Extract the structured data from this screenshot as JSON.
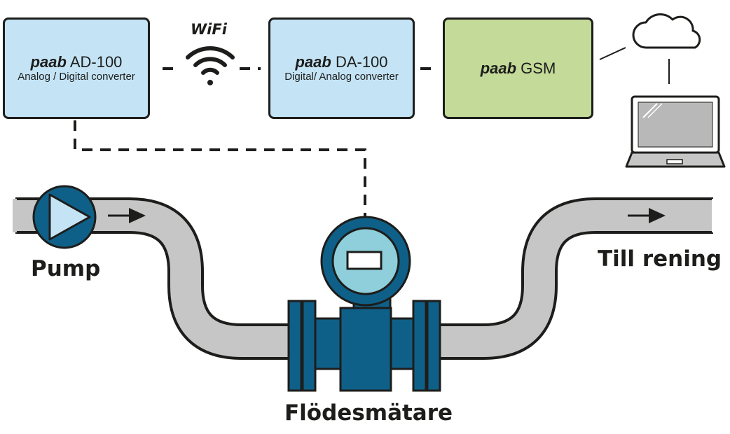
{
  "ad100": {
    "brand": "paab",
    "model": "AD-100",
    "desc": "Analog / Digital converter"
  },
  "wifi": {
    "label": "WiFi"
  },
  "da100": {
    "brand": "paab",
    "model": "DA-100",
    "desc": "Digital/ Analog converter"
  },
  "gsm": {
    "brand": "paab",
    "model": "GSM"
  },
  "labels": {
    "pump": "Pump",
    "flowmeter": "Flödesmätare",
    "destination": "Till rening"
  },
  "colors": {
    "converter_fill": "#c4e4f6",
    "gsm_fill": "#c3da99",
    "pipe": "#c6c6c6",
    "meter": "#0f6088",
    "meter_display": "#8fcfdb"
  }
}
